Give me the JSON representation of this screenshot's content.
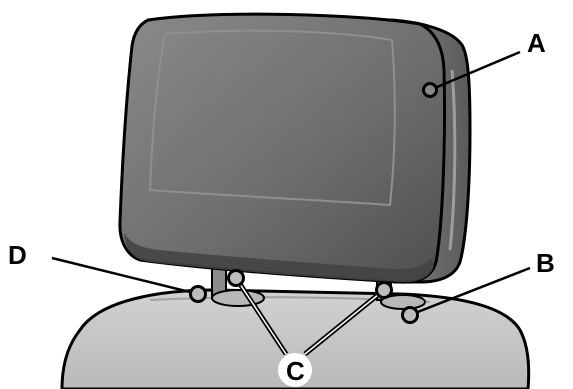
{
  "callouts": {
    "A": "A",
    "B": "B",
    "C": "C",
    "D": "D"
  },
  "colors": {
    "headrest_body": "#707070",
    "headrest_dark": "#4a4a4a",
    "headrest_highlight": "#9a9a9a",
    "seat_top": "#c9c9c9",
    "seat_shadow": "#a8a8a8",
    "outline": "#000000",
    "leader_line": "#000000"
  }
}
